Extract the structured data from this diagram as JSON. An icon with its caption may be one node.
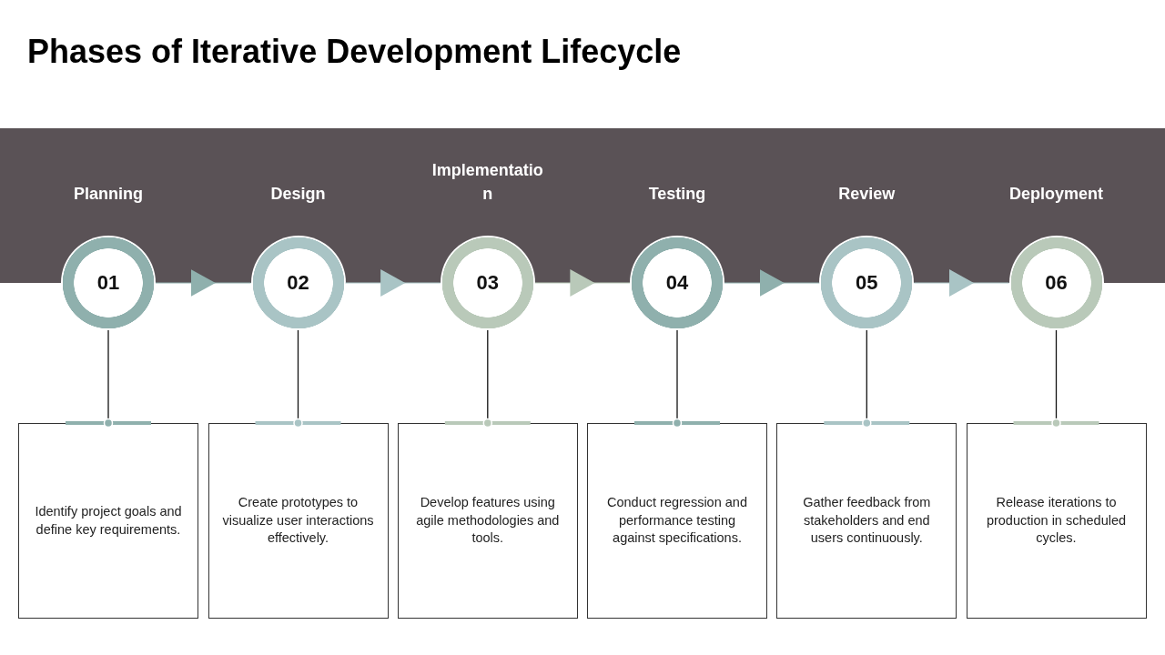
{
  "diagram": {
    "title": "Phases of Iterative Development Lifecycle",
    "nodes": [
      {
        "text": [
          "01"
        ],
        "beside": [
          "Planning"
        ]
      },
      {
        "text": [
          "02"
        ],
        "beside": [
          "Design"
        ]
      },
      {
        "text": [
          "03"
        ],
        "beside": [
          "Implementation"
        ]
      },
      {
        "text": [
          "04"
        ],
        "beside": [
          "Testing"
        ]
      },
      {
        "text": [
          "05"
        ],
        "beside": [
          "Review"
        ]
      },
      {
        "text": [
          "06"
        ],
        "beside": [
          "Deployment"
        ]
      },
      {
        "text": [
          "Identify project goals and define key requirements."
        ]
      },
      {
        "text": [
          "Create prototypes to visualize user interactions effectively."
        ]
      },
      {
        "text": [
          "Develop features using agile methodologies and tools."
        ]
      },
      {
        "text": [
          "Conduct regression and performance testing against specifications."
        ]
      },
      {
        "text": [
          "Gather feedback from stakeholders and end users continuously."
        ]
      },
      {
        "text": [
          "Release iterations to production in scheduled cycles."
        ]
      }
    ],
    "edges": [
      {
        "from": 0,
        "to": 1,
        "arrow": "to",
        "color": "#8fb0ad"
      },
      {
        "from": 1,
        "to": 2,
        "arrow": "to",
        "color": "#a9c4c5"
      },
      {
        "from": 2,
        "to": 3,
        "arrow": "to",
        "color": "#b9c9b9"
      },
      {
        "from": 3,
        "to": 4,
        "arrow": "to",
        "color": "#8fb0ad"
      },
      {
        "from": 4,
        "to": 5,
        "arrow": "to",
        "color": "#a9c4c5"
      },
      {
        "from": 0,
        "to": 6,
        "arrow": "other"
      },
      {
        "from": 1,
        "to": 7,
        "arrow": "other"
      },
      {
        "from": 2,
        "to": 8,
        "arrow": "other"
      },
      {
        "from": 3,
        "to": 9,
        "arrow": "other"
      },
      {
        "from": 4,
        "to": 10,
        "arrow": "other"
      },
      {
        "from": 5,
        "to": 11,
        "arrow": "other"
      }
    ]
  }
}
